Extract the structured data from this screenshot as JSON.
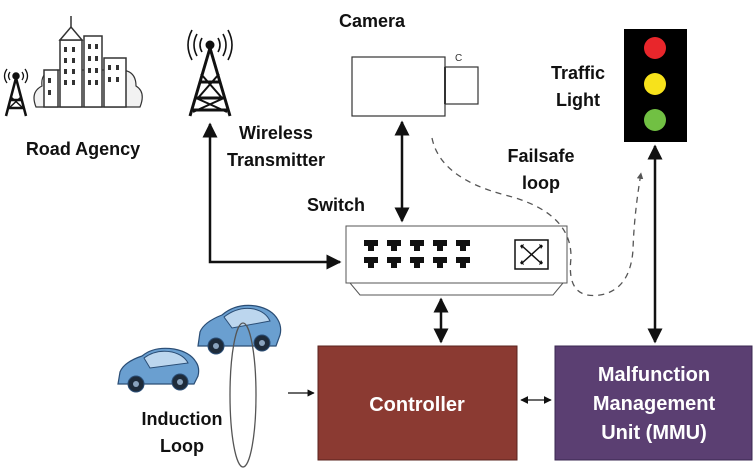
{
  "labels": {
    "camera": "Camera",
    "camera_mark": "C",
    "road_agency": "Road Agency",
    "wireless_line1": "Wireless",
    "wireless_line2": "Transmitter",
    "switch": "Switch",
    "traffic_line1": "Traffic",
    "traffic_line2": "Light",
    "failsafe_line1": "Failsafe",
    "failsafe_line2": "loop",
    "induction_line1": "Induction",
    "induction_line2": "Loop",
    "controller": "Controller",
    "mmu_line1": "Malfunction",
    "mmu_line2": "Management",
    "mmu_line3": "Unit (MMU)"
  },
  "icons": [
    "road-agency-building-icon",
    "road-agency-tower-icon",
    "wireless-tower-icon",
    "camera-icon",
    "switch-icon",
    "traffic-light-icon",
    "car-icon",
    "induction-loop-icon"
  ],
  "colors": {
    "controller_fill": "#8b3a32",
    "mmu_fill": "#5b3f72",
    "traffic_red": "#e8262b",
    "traffic_yellow": "#f7e21b",
    "traffic_green": "#71c043",
    "car_fill": "#6a9fd0"
  }
}
